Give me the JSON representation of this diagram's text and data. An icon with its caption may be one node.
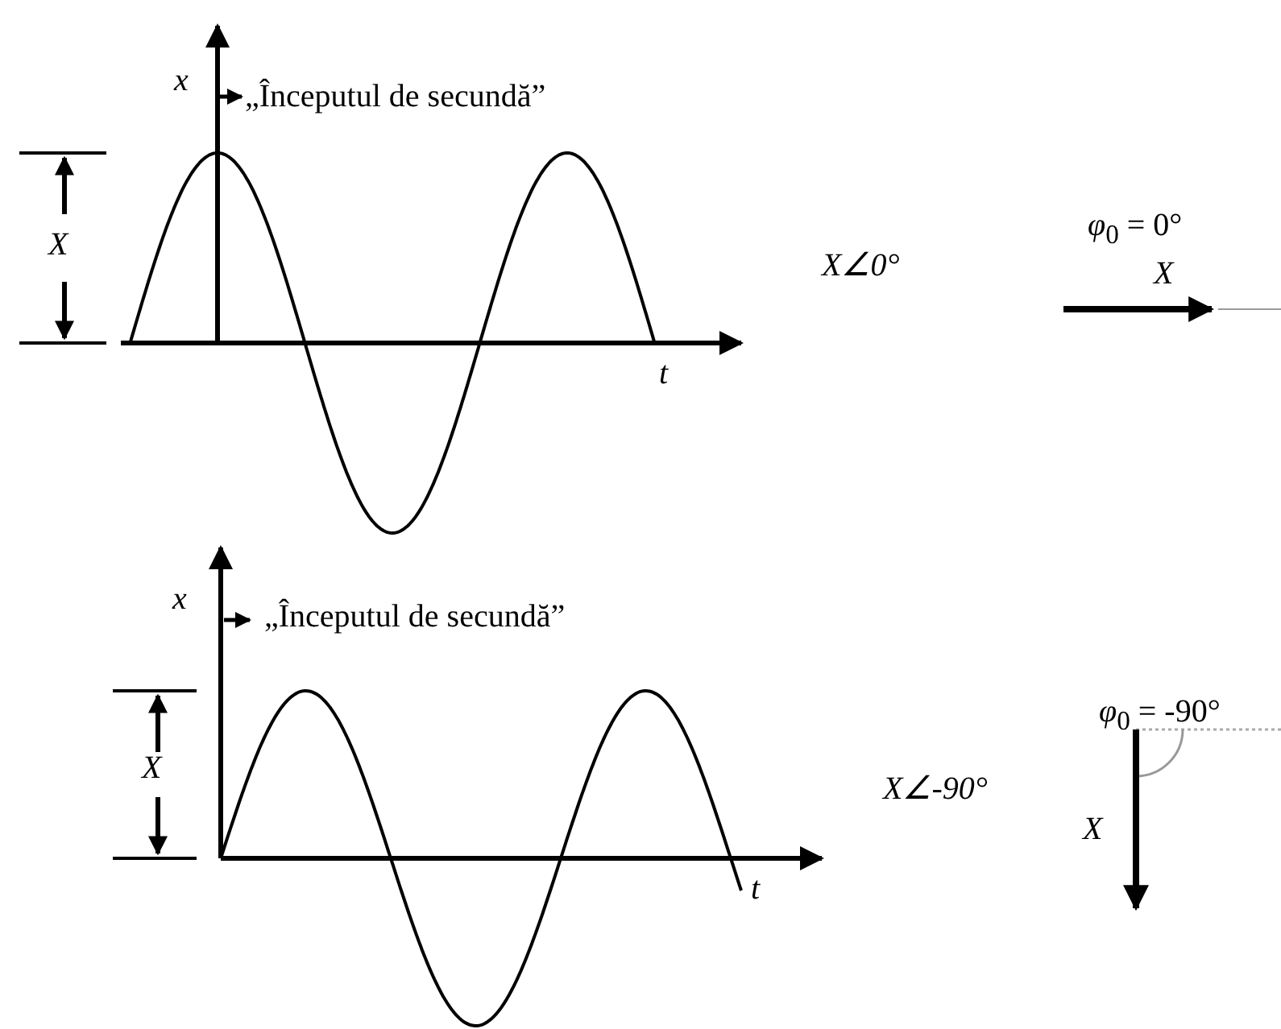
{
  "diagram": {
    "labels": [
      "x",
      "„Începutul de secundă”",
      "X",
      "X∠0°",
      "*φ*$_{0}$ = 0°",
      "X",
      "t",
      "x",
      "„Începutul de secundă”",
      "*φ*$_{0}$ = -90°",
      "X",
      "X∠-90°",
      "X",
      "t"
    ]
  }
}
